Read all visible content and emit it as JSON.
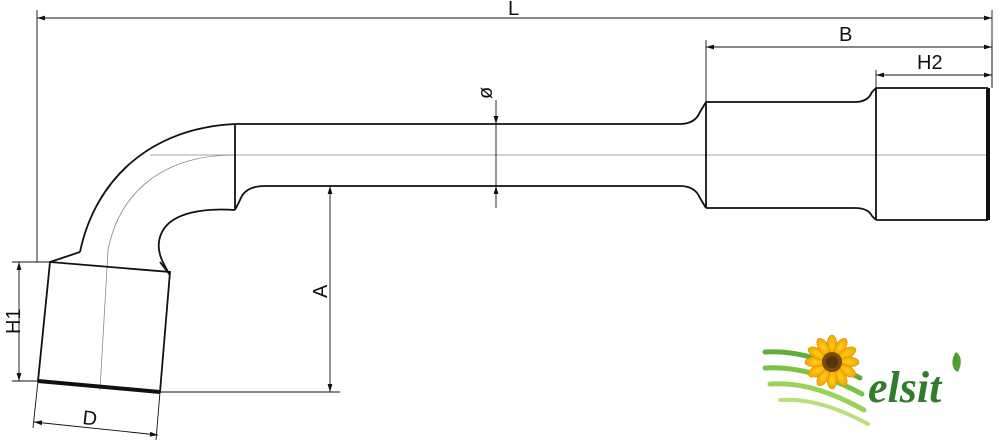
{
  "dimensions": {
    "L": "L",
    "B": "B",
    "H2": "H2",
    "diameter": "ø",
    "A": "A",
    "H1": "H1",
    "D": "D"
  },
  "logo": {
    "text": "elsit",
    "text_color": "#2f7d2a",
    "icon": "sunflower-icon"
  },
  "colors": {
    "line": "#111111",
    "centerline": "#888888"
  }
}
